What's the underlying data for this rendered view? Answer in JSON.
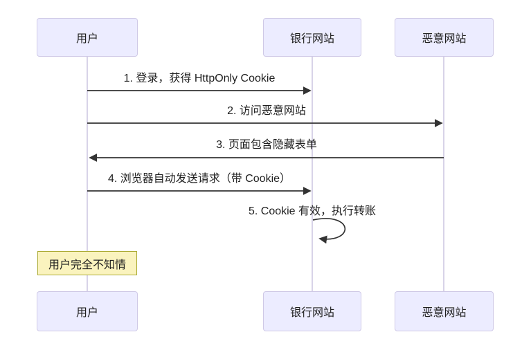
{
  "diagram": {
    "type": "sequence-diagram",
    "topic": "CSRF attack flow",
    "actors": [
      {
        "id": "user",
        "label": "用户"
      },
      {
        "id": "bank",
        "label": "银行网站"
      },
      {
        "id": "evil",
        "label": "恶意网站"
      }
    ],
    "messages": [
      {
        "order": 1,
        "from": "用户",
        "to": "银行网站",
        "direction": "right",
        "text": "1. 登录，获得 HttpOnly Cookie"
      },
      {
        "order": 2,
        "from": "用户",
        "to": "恶意网站",
        "direction": "right",
        "text": "2. 访问恶意网站"
      },
      {
        "order": 3,
        "from": "恶意网站",
        "to": "用户",
        "direction": "left",
        "text": "3. 页面包含隐藏表单"
      },
      {
        "order": 4,
        "from": "用户",
        "to": "银行网站",
        "direction": "right",
        "text": "4. 浏览器自动发送请求（带 Cookie）"
      },
      {
        "order": 5,
        "from": "银行网站",
        "to": "银行网站",
        "direction": "self",
        "text": "5. Cookie 有效，执行转账"
      }
    ],
    "note": {
      "over": "用户",
      "text": "用户完全不知情"
    },
    "colors": {
      "background": "#FFFFFF",
      "actor_fill": "#ECECFF",
      "actor_border": "#CFC9E6",
      "lifeline": "#D8D3E8",
      "arrow": "#333333",
      "note_fill": "#FAF3BE",
      "note_border": "#AAAA33",
      "text": "#1F1F1F"
    }
  }
}
